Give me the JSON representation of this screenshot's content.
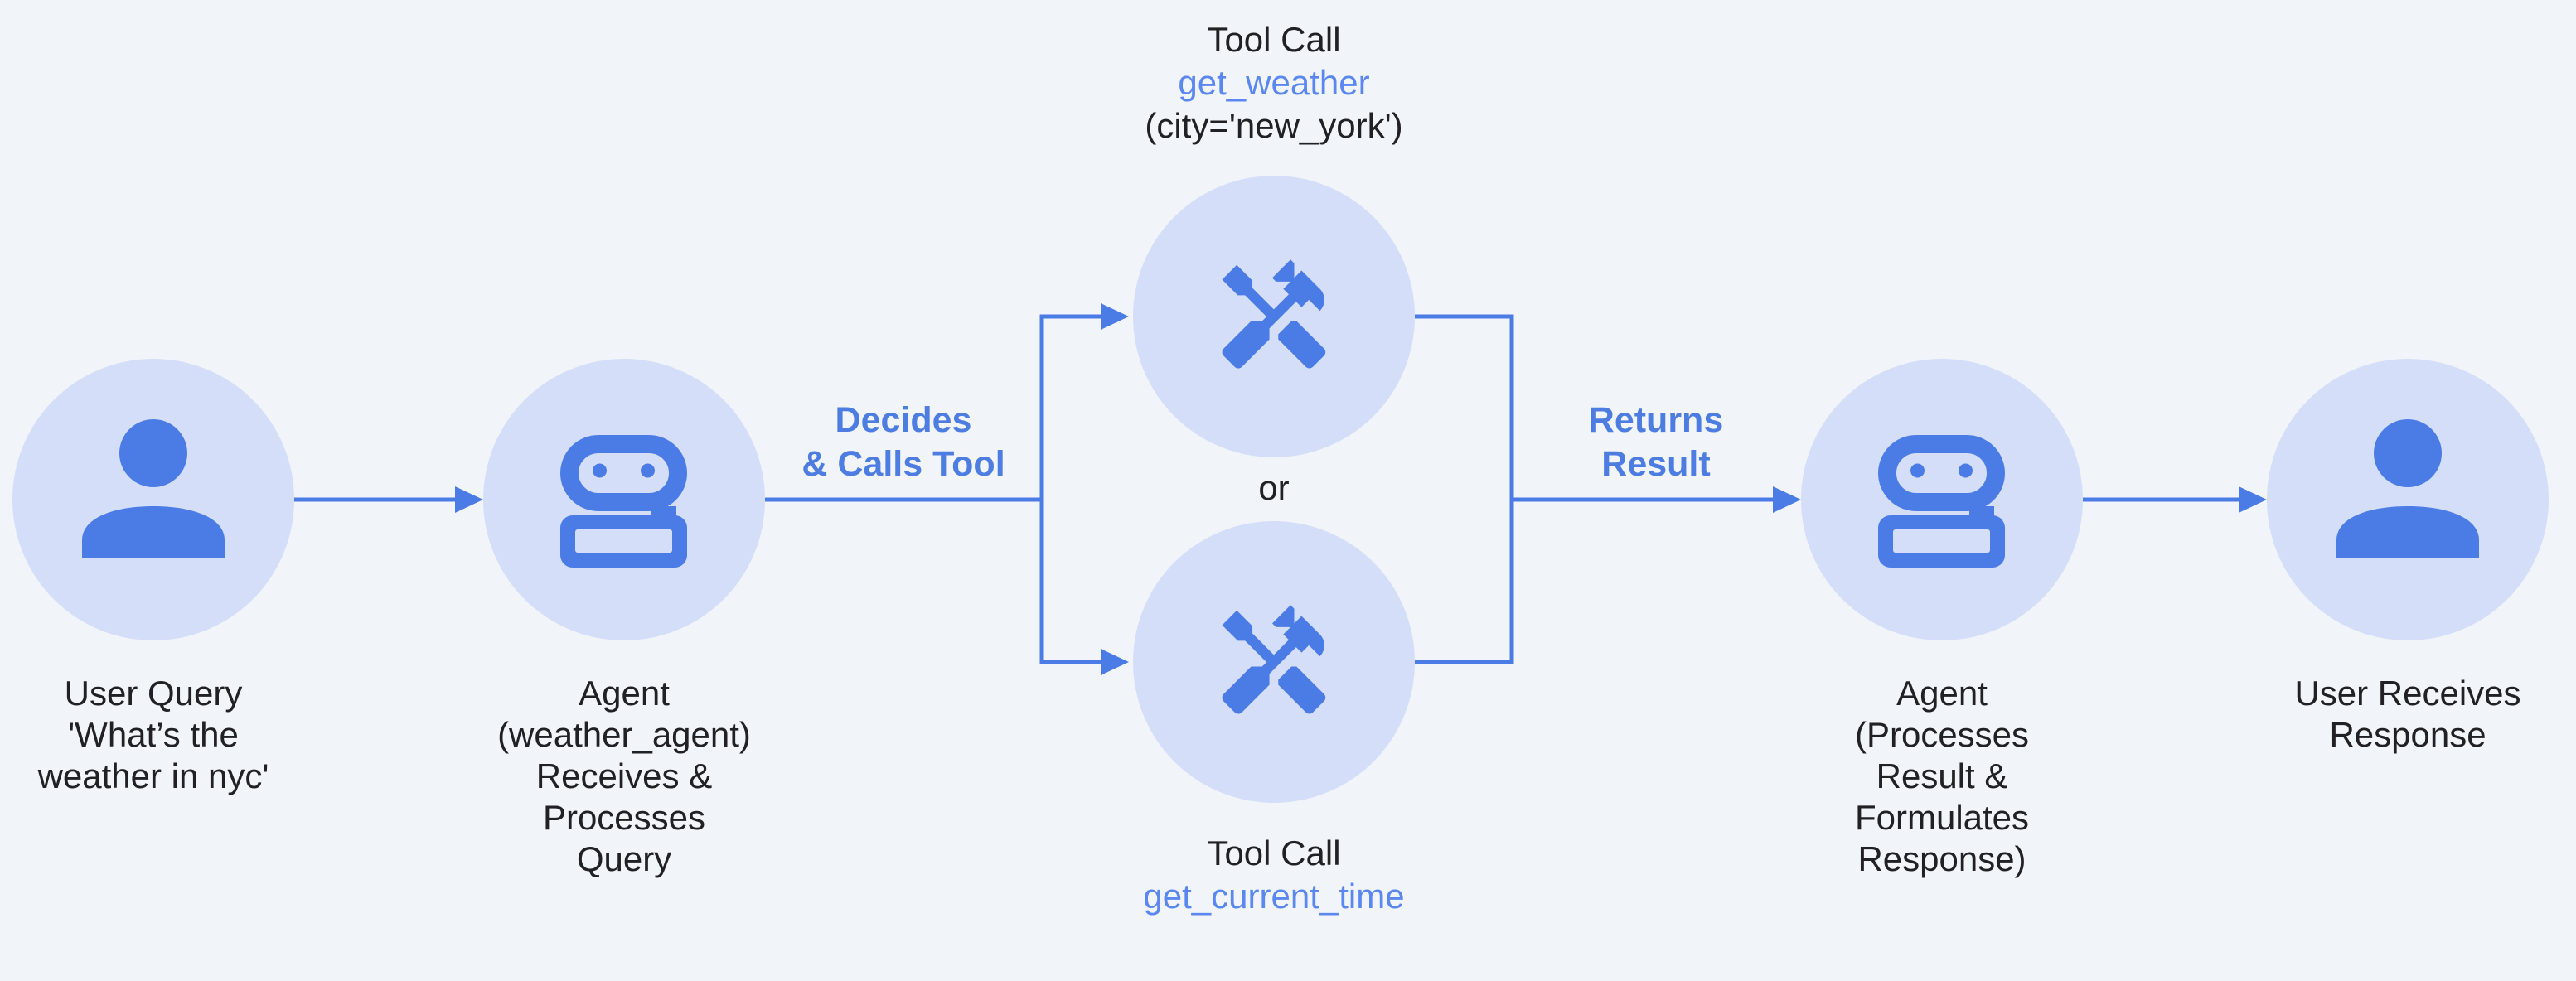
{
  "colors": {
    "background": "#f1f4f9",
    "node_fill": "#d4def8",
    "edge_blue": "#4b7ce5",
    "edge_label_blue": "#4d7de1",
    "function_blue": "#5b87f0",
    "text_dark": "#202124"
  },
  "nodes": {
    "user_query": {
      "icon": "person",
      "label": [
        "User Query",
        "'What’s the",
        "weather in nyc'"
      ]
    },
    "agent_receives": {
      "icon": "robot",
      "label": [
        "Agent",
        "(weather_agent)",
        "Receives &",
        "Processes",
        "Query"
      ]
    },
    "tool_weather": {
      "icon": "handyman",
      "label": [
        "Tool Call",
        "get_weather",
        "(city='new_york')"
      ]
    },
    "tool_time": {
      "icon": "handyman",
      "label": [
        "Tool Call",
        "get_current_time"
      ]
    },
    "agent_processes": {
      "icon": "robot",
      "label": [
        "Agent",
        "(Processes",
        "Result &",
        "Formulates",
        "Response)"
      ]
    },
    "user_response": {
      "icon": "person",
      "label": [
        "User Receives",
        "Response"
      ]
    }
  },
  "edges": {
    "decides": {
      "label": [
        "Decides",
        "& Calls Tool"
      ]
    },
    "returns": {
      "label": [
        "Returns",
        "Result"
      ]
    },
    "or": "or"
  }
}
